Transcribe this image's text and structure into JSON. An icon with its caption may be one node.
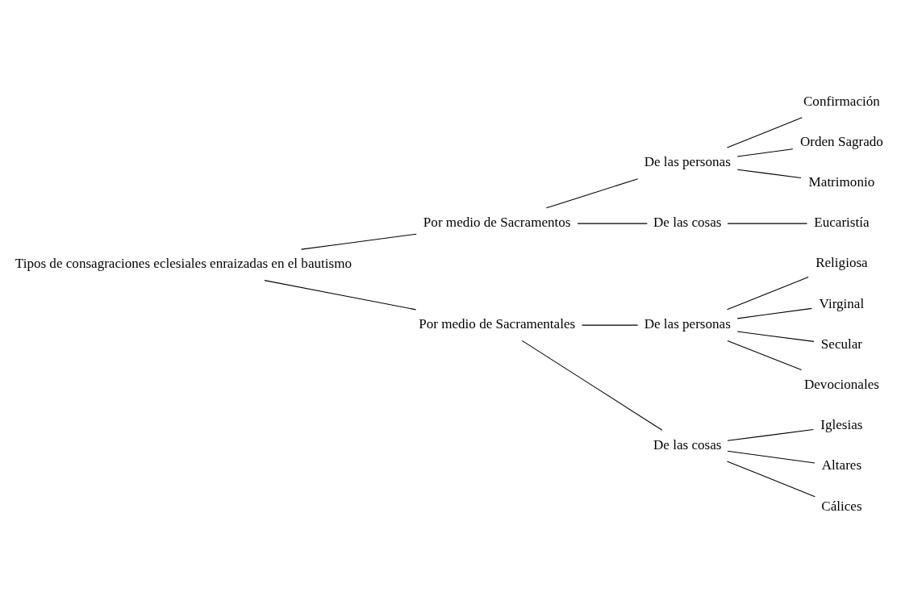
{
  "diagram": {
    "nodes": [
      {
        "text": [
          "Tipos de consagraciones eclesiales enraizadas en el bautismo"
        ]
      },
      {
        "text": [
          "Por medio de Sacramentos"
        ]
      },
      {
        "text": [
          "De las personas"
        ]
      },
      {
        "text": [
          "Confirmación"
        ]
      },
      {
        "text": [
          "Orden Sagrado"
        ]
      },
      {
        "text": [
          "Matrimonio"
        ]
      },
      {
        "text": [
          "De las cosas"
        ]
      },
      {
        "text": [
          "Eucaristía"
        ]
      },
      {
        "text": [
          "Por medio de Sacramentales"
        ]
      },
      {
        "text": [
          "De las personas"
        ]
      },
      {
        "text": [
          "Religiosa"
        ]
      },
      {
        "text": [
          "Virginal"
        ]
      },
      {
        "text": [
          "Secular"
        ]
      },
      {
        "text": [
          "Devocionales"
        ]
      },
      {
        "text": [
          "De las cosas"
        ]
      },
      {
        "text": [
          "Iglesias"
        ]
      },
      {
        "text": [
          "Altares"
        ]
      },
      {
        "text": [
          "Cálices"
        ]
      }
    ],
    "edges": [
      {
        "from": 0,
        "to": 1,
        "arrow": "none"
      },
      {
        "from": 0,
        "to": 8,
        "arrow": "none"
      },
      {
        "from": 1,
        "to": 2,
        "arrow": "none"
      },
      {
        "from": 1,
        "to": 6,
        "arrow": "none"
      },
      {
        "from": 2,
        "to": 3,
        "arrow": "none"
      },
      {
        "from": 2,
        "to": 4,
        "arrow": "none"
      },
      {
        "from": 2,
        "to": 5,
        "arrow": "none"
      },
      {
        "from": 6,
        "to": 7,
        "arrow": "none"
      },
      {
        "from": 8,
        "to": 9,
        "arrow": "none"
      },
      {
        "from": 8,
        "to": 14,
        "arrow": "none"
      },
      {
        "from": 9,
        "to": 10,
        "arrow": "none"
      },
      {
        "from": 9,
        "to": 11,
        "arrow": "none"
      },
      {
        "from": 9,
        "to": 12,
        "arrow": "none"
      },
      {
        "from": 9,
        "to": 13,
        "arrow": "none"
      },
      {
        "from": 14,
        "to": 15,
        "arrow": "none"
      },
      {
        "from": 14,
        "to": 16,
        "arrow": "none"
      },
      {
        "from": 14,
        "to": 17,
        "arrow": "none"
      }
    ]
  }
}
